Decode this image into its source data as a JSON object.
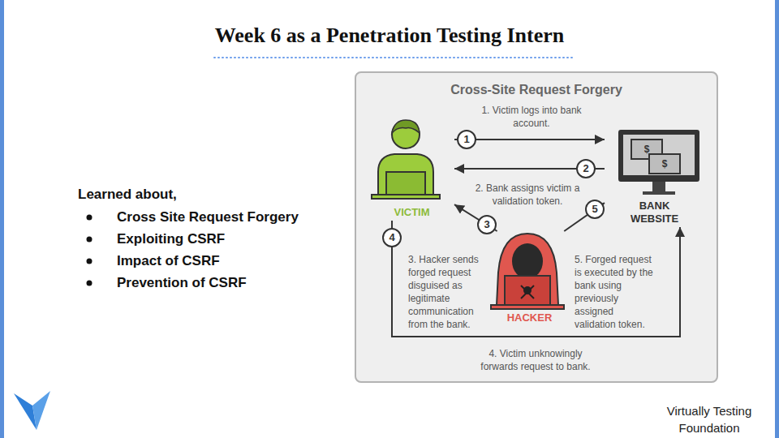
{
  "diagram": {
    "title": "Week 6 as a Penetration Testing Intern",
    "nodes": [
      {
        "text": [
          "Cross-Site Request Forgery"
        ]
      },
      {
        "text": [
          "VICTIM"
        ],
        "in": 0
      },
      {
        "text": [
          "BANK WEBSITE"
        ],
        "in": 0
      },
      {
        "text": [
          "HACKER"
        ],
        "in": 0
      }
    ],
    "edges": [
      {
        "from": 1,
        "to": 2,
        "arrow": "to",
        "label": "1. Victim logs into bank account."
      },
      {
        "from": 2,
        "to": 1,
        "arrow": "to",
        "label": "2. Bank assigns victim a validation token."
      },
      {
        "from": 3,
        "to": 1,
        "arrow": "to",
        "label": "3. Hacker sends forged request disguised as legitimate communication from the bank."
      },
      {
        "from": 1,
        "to": 2,
        "arrow": "to",
        "label": "4. Victim unknowingly forwards request to bank."
      },
      {
        "from": 3,
        "to": 2,
        "arrow": "to",
        "label": "5. Forged request is executed by the bank using previously assigned validation token."
      }
    ],
    "labels": [
      "Learned about,",
      "Cross Site Request Forgery",
      "Exploiting CSRF",
      "Impact of CSRF",
      "Prevention of CSRF",
      "1",
      "2",
      "3",
      "4",
      "5",
      "$",
      "$",
      "Virtually Testing Foundation"
    ]
  }
}
